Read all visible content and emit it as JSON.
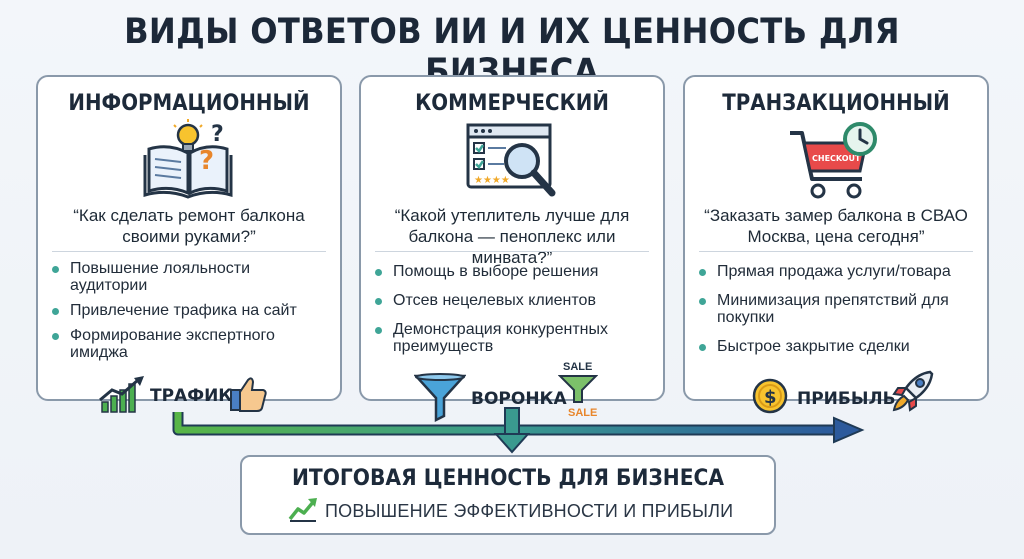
{
  "title": "ВИДЫ ОТВЕТОВ ИИ И ИХ ЦЕННОСТЬ ДЛЯ БИЗНЕСА",
  "cards": [
    {
      "title": "ИНФОРМАЦИОННЫЙ",
      "quote": "“Как сделать ремонт балкона своими руками?”",
      "bullets": [
        "Повышение лояльности аудитории",
        "Привлечение трафика на сайт",
        "Формирование экспертного имиджа"
      ],
      "footer_label": "ТРАФИК",
      "icon": "book-lightbulb-icon"
    },
    {
      "title": "КОММЕРЧЕСКИЙ",
      "quote": "“Какой утеплитель лучше для балкона — пеноплекс или минвата?”",
      "bullets": [
        "Помощь в выборе решения",
        "Отсев нецелевых клиентов",
        "Демонстрация конкурентных преимуществ"
      ],
      "footer_label": "ВОРОНКА",
      "icon": "browser-magnifier-icon",
      "sale_top": "SALE",
      "sale_bottom": "SALE"
    },
    {
      "title": "ТРАНЗАКЦИОННЫЙ",
      "quote": "“Заказать замер балкона в СВАО Москва, цена сегодня”",
      "bullets": [
        "Прямая продажа услуги/товара",
        "Минимизация препятствий для покупки",
        "Быстрое закрытие сделки"
      ],
      "footer_label": "ПРИБЫЛЬ",
      "icon": "shopping-cart-clock-icon",
      "cart_label": "CHECKOUT"
    }
  ],
  "summary": {
    "title": "ИТОГОВАЯ ЦЕННОСТЬ ДЛЯ БИЗНЕСА",
    "subtitle": "ПОВЫШЕНИЕ ЭФФЕКТИВНОСТИ И ПРИБЫЛИ"
  },
  "colors": {
    "accent_green": "#4caf50",
    "accent_teal": "#3fa597",
    "accent_blue": "#2f5f9e",
    "border": "#8a99aa"
  }
}
